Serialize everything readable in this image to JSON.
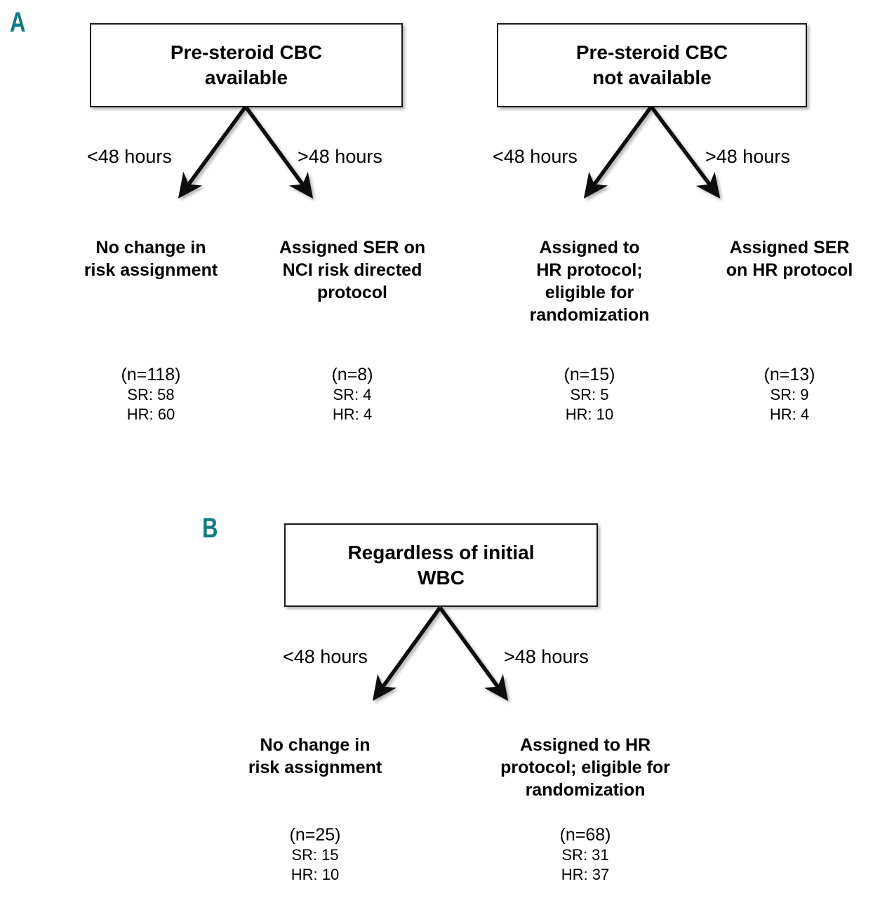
{
  "figure": {
    "panels": [
      {
        "letter": "A",
        "trees": [
          {
            "root": "Pre-steroid CBC\navailable",
            "branches": [
              {
                "label": "<48 hours",
                "outcome": "No change in\nrisk assignment",
                "n": "(n=118)",
                "sr": "SR: 58",
                "hr": "HR: 60"
              },
              {
                "label": ">48 hours",
                "outcome": "Assigned SER on\nNCI risk directed\nprotocol",
                "n": "(n=8)",
                "sr": "SR: 4",
                "hr": "HR: 4"
              }
            ]
          },
          {
            "root": "Pre-steroid CBC\nnot available",
            "branches": [
              {
                "label": "<48 hours",
                "outcome": "Assigned to\nHR protocol;\neligible for\nrandomization",
                "n": "(n=15)",
                "sr": "SR: 5",
                "hr": "HR: 10"
              },
              {
                "label": ">48 hours",
                "outcome": "Assigned SER\non HR protocol",
                "n": "(n=13)",
                "sr": "SR: 9",
                "hr": "HR: 4"
              }
            ]
          }
        ]
      },
      {
        "letter": "B",
        "trees": [
          {
            "root": "Regardless of initial\nWBC",
            "branches": [
              {
                "label": "<48 hours",
                "outcome": "No change in\nrisk assignment",
                "n": "(n=25)",
                "sr": "SR: 15",
                "hr": "HR: 10"
              },
              {
                "label": ">48 hours",
                "outcome": "Assigned to HR\nprotocol; eligible for\nrandomization",
                "n": "(n=68)",
                "sr": "SR: 31",
                "hr": "HR: 37"
              }
            ]
          }
        ]
      }
    ],
    "colors": {
      "panel_letter": "#0d7c83",
      "box_border": "#1a1a1a",
      "text": "#000000",
      "background": "#ffffff"
    }
  }
}
